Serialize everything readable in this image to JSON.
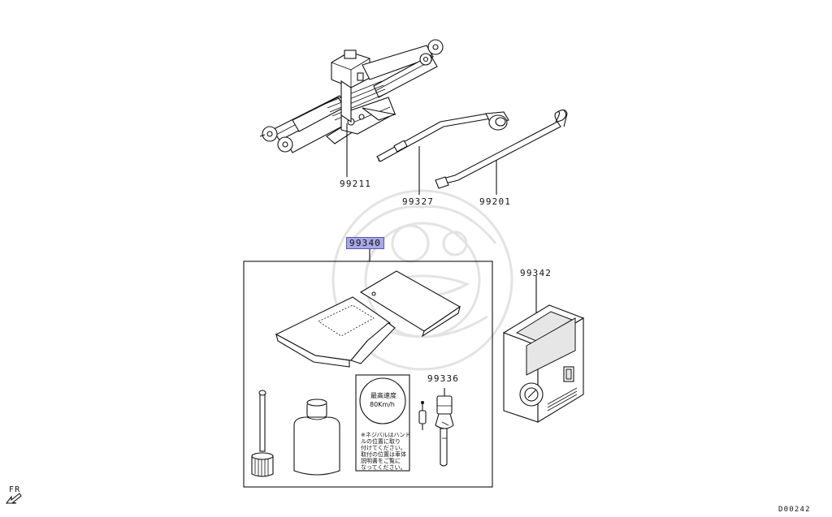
{
  "parts": {
    "jack": "99211",
    "jack_handle": "99327",
    "wheel_brace": "99201",
    "repair_kit": "99340",
    "compressor": "99342",
    "valve_tool": "99336"
  },
  "sticker": {
    "speed_title": "最高速度",
    "speed_value": "80Km/h",
    "caution_lines": [
      "※ネジバルはハンド",
      "ルの位置に取り",
      "付けてください。",
      "取付の位置は車体",
      "説明書をご覧に",
      "なってください。"
    ]
  },
  "direction": "FR",
  "diagram_code": "D00242",
  "colors": {
    "highlight": "#a8a8e6",
    "line": "#111111"
  },
  "icons": [
    "front-arrow-icon"
  ]
}
